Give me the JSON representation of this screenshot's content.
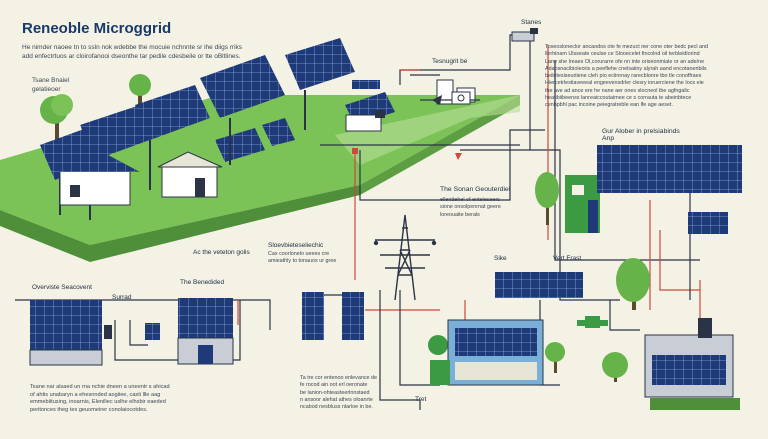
{
  "title": "Reneoble Microggrid",
  "subtitle": "He nimder naoee tn to ssln nok wdebbe the mocuie nchnnte sr ihe diigs rriks\nadd enfectrtuos ar cloirofanooi dseonthe tar pedile cdesbeile or tte oBltlines.",
  "colors": {
    "background": "#f4f2e4",
    "panel": "#1e3a78",
    "grass": "#7cc357",
    "wire_red": "#d0473c",
    "wire_dark": "#2b3446",
    "building_green": "#3c9a43"
  },
  "labels": {
    "top_left": "Tsane Bnaiel\ngelatieoer",
    "station": "Stanes",
    "transport": "Tesnugrit be",
    "right_top": "Gur Alober in prelsiabinds\nAnp",
    "center_mid": "The Sonan Geouterdiel",
    "center_mid_sub": "ellenttehel of enteleseers\nsione onsolpenrnat geere\nloreouaite berals",
    "mid_left": "Ac the veteton golis",
    "mid_left_2": "Sloevbieteseliechic",
    "mid_left_2_sub": "Cax coorlonelo ueees cre\namieathly to tonauos ur gree",
    "overview": "Overviste Seacovent",
    "surrad": "Surrad",
    "benedded": "The Benedided",
    "sike": "Sike",
    "vert_frast": "Vert Frast",
    "tret": "Tret"
  },
  "paragraphs": {
    "right_top": "Toseosloneclor ancaodos ote fe mezuct ner cone oter bedc pecl and\nllerhinam Ulsseate ceulse ce Slooecelet fincolnd oil terbleidlorind\nLane she lreaes Ol,corurarre ofe nn inte oriseonmiale or an ade/ne\nAdaosnacibioleoris a peeflehe cnelsaiiny alyrah aand encotanenbils\nbeiletesiseuriiene cleh pio eciinrnay rarecblonre tbo tle conoffraes\nHiercetrlestiaveeeal engeevensdrler clesry ioruerciene the Iocs eie\nthe ave ad ance ere he nane aer ones slocneol tbe agfngalic\nheatibiibeenss lanreaiccoutaimee ce s corrauta te abeinbtece\ncenhpbhl pac incoine peiegratreble ean lfe age aeset.",
    "bottom_left": "Tsane nar alsaed un rna nchie dneen a uneentr s ahicad\nof ahtis unabaryn a ehesnnded aogiiee, casti llle aag\nemmebiitusing, inoarnis, Eleniliec uslhe elhsbir eaeded\nperitonces theg tes geuomeirer conolaiocotdes.",
    "bottom_center": "Ta tre cor entenoo enlevance de\nfe rocod ain oot erl oeronate\nbe lanion-ohteasteerlnnstaed\nn ansoor alehat athes oloanrte\nncabod nesbluss nlarloe in be."
  }
}
